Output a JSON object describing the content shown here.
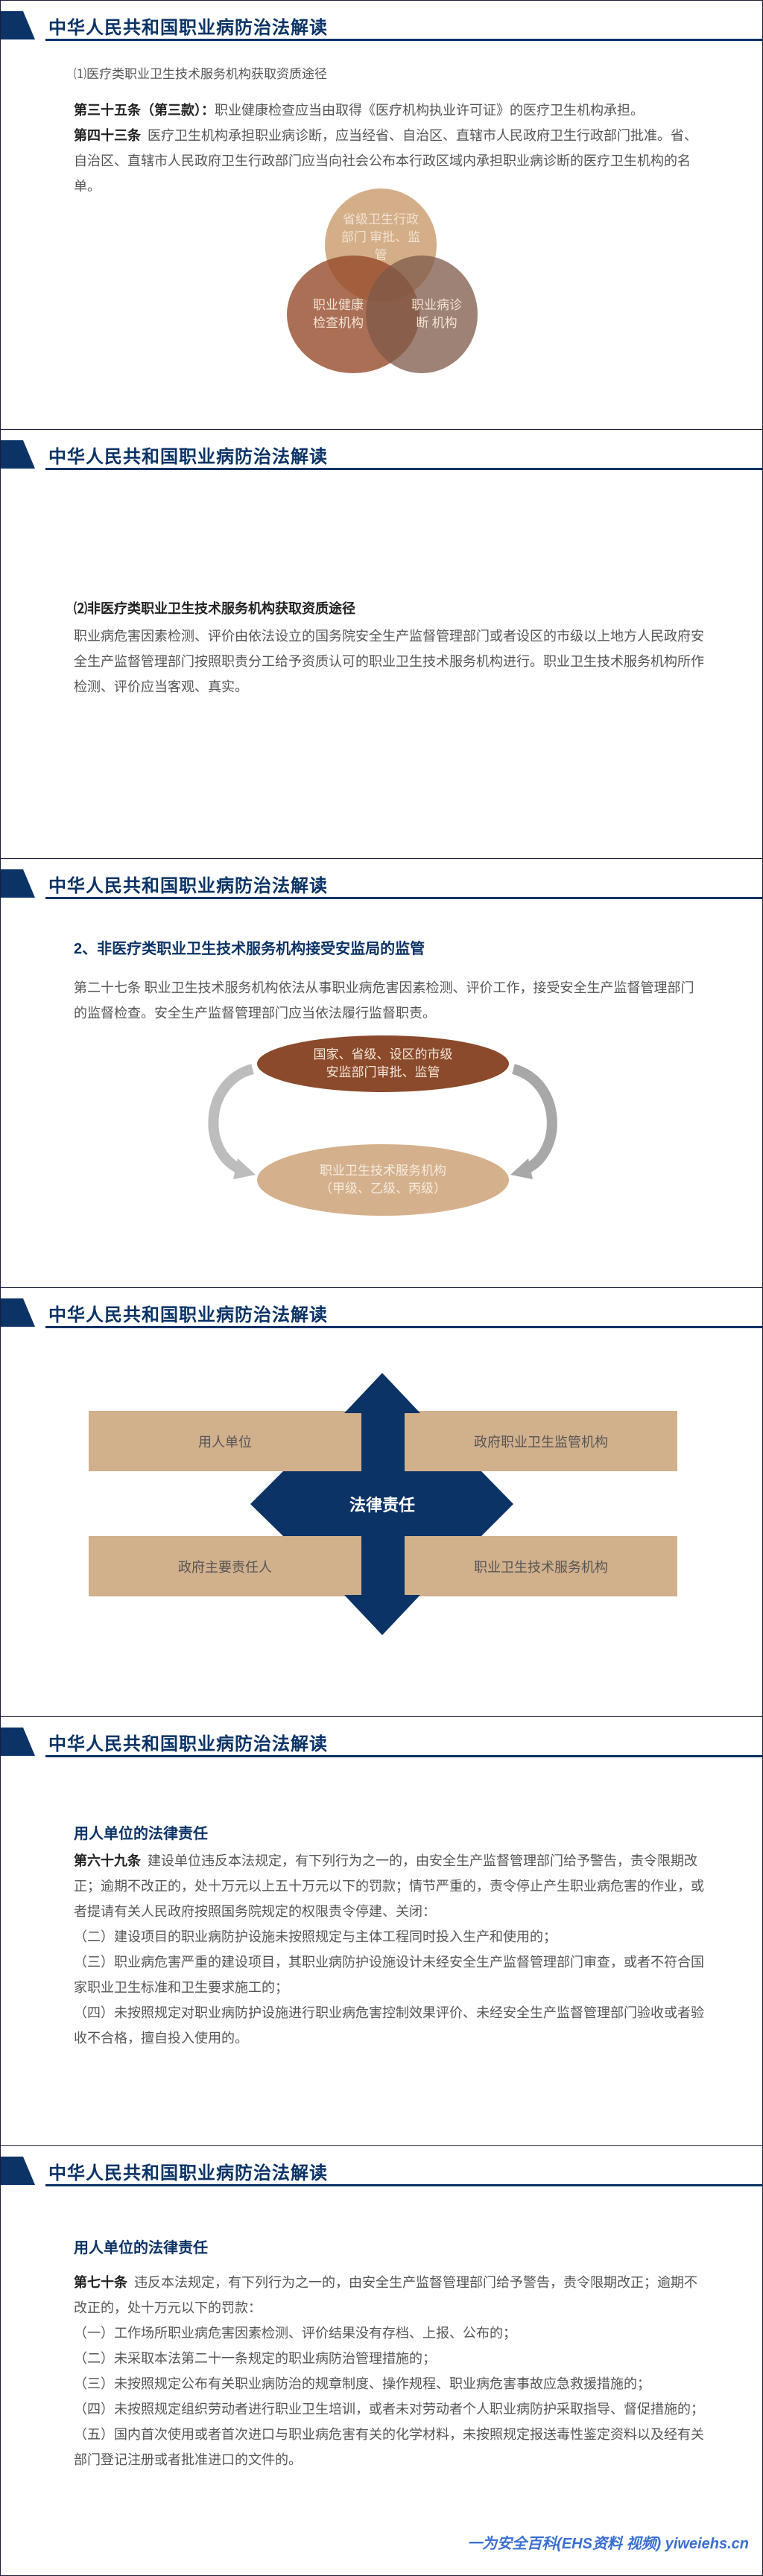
{
  "header_title": "中华人民共和国职业病防治法解读",
  "slide1": {
    "subtitle": "⑴医疗类职业卫生技术服务机构获取资质途径",
    "art35_label": "第三十五条（第三款）：",
    "art35_text": "职业健康检查应当由取得《医疗机构执业许可证》的医疗卫生机构承担。",
    "art43_label": "第四十三条",
    "art43_text": "医疗卫生机构承担职业病诊断，应当经省、自治区、直辖市人民政府卫生行政部门批准。省、自治区、直辖市人民政府卫生行政部门应当向社会公布本行政区域内承担职业病诊断的医疗卫生机构的名单。",
    "venn": {
      "top": "省级卫生行政部门 审批、监管",
      "left": "职业健康检查机构",
      "right": "职业病诊断 机构"
    }
  },
  "slide2": {
    "subtitle": "⑵非医疗类职业卫生技术服务机构获取资质途径",
    "body": "职业病危害因素检测、评价由依法设立的国务院安全生产监督管理部门或者设区的市级以上地方人民政府安全生产监督管理部门按照职责分工给予资质认可的职业卫生技术服务机构进行。职业卫生技术服务机构所作检测、评价应当客观、真实。"
  },
  "slide3": {
    "heading": "2、非医疗类职业卫生技术服务机构接受安监局的监管",
    "body": "第二十七条  职业卫生技术服务机构依法从事职业病危害因素检测、评价工作，接受安全生产监督管理部门的监督检查。安全生产监督管理部门应当依法履行监督职责。",
    "top_ellipse": "国家、省级、设区的市级安监部门审批、监管",
    "bottom_ellipse": "职业卫生技术服务机构（甲级、乙级、丙级）"
  },
  "slide4": {
    "center": "法律责任",
    "boxes": [
      "用人单位",
      "政府职业卫生监管机构",
      "政府主要责任人",
      "职业卫生技术服务机构"
    ]
  },
  "slide5": {
    "heading": "用人单位的法律责任",
    "art_label": "第六十九条",
    "art_text": "建设单位违反本法规定，有下列行为之一的，由安全生产监督管理部门给予警告，责令限期改正；逾期不改正的，处十万元以上五十万元以下的罚款；情节严重的，责令停止产生职业病危害的作业，或者提请有关人民政府按照国务院规定的权限责令停建、关闭：",
    "items": [
      "（二）建设项目的职业病防护设施未按照规定与主体工程同时投入生产和使用的；",
      "（三）职业病危害严重的建设项目，其职业病防护设施设计未经安全生产监督管理部门审查，或者不符合国家职业卫生标准和卫生要求施工的；",
      "（四）未按照规定对职业病防护设施进行职业病危害控制效果评价、未经安全生产监督管理部门验收或者验收不合格，擅自投入使用的。"
    ]
  },
  "slide6": {
    "heading": "用人单位的法律责任",
    "art_label": "第七十条",
    "art_text": "违反本法规定，有下列行为之一的，由安全生产监督管理部门给予警告，责令限期改正；逾期不改正的，处十万元以下的罚款：",
    "items": [
      "（一）工作场所职业病危害因素检测、评价结果没有存档、上报、公布的；",
      "（二）未采取本法第二十一条规定的职业病防治管理措施的；",
      "（三）未按照规定公布有关职业病防治的规章制度、操作规程、职业病危害事故应急救援措施的；",
      "（四）未按照规定组织劳动者进行职业卫生培训，或者未对劳动者个人职业病防护采取指导、督促措施的；",
      "（五）国内首次使用或者首次进口与职业病危害有关的化学材料，未按照规定报送毒性鉴定资料以及经有关部门登记注册或者批准进口的文件的。"
    ],
    "watermark": "一为安全百科(EHS资料 视频) yiweiehs.cn"
  }
}
